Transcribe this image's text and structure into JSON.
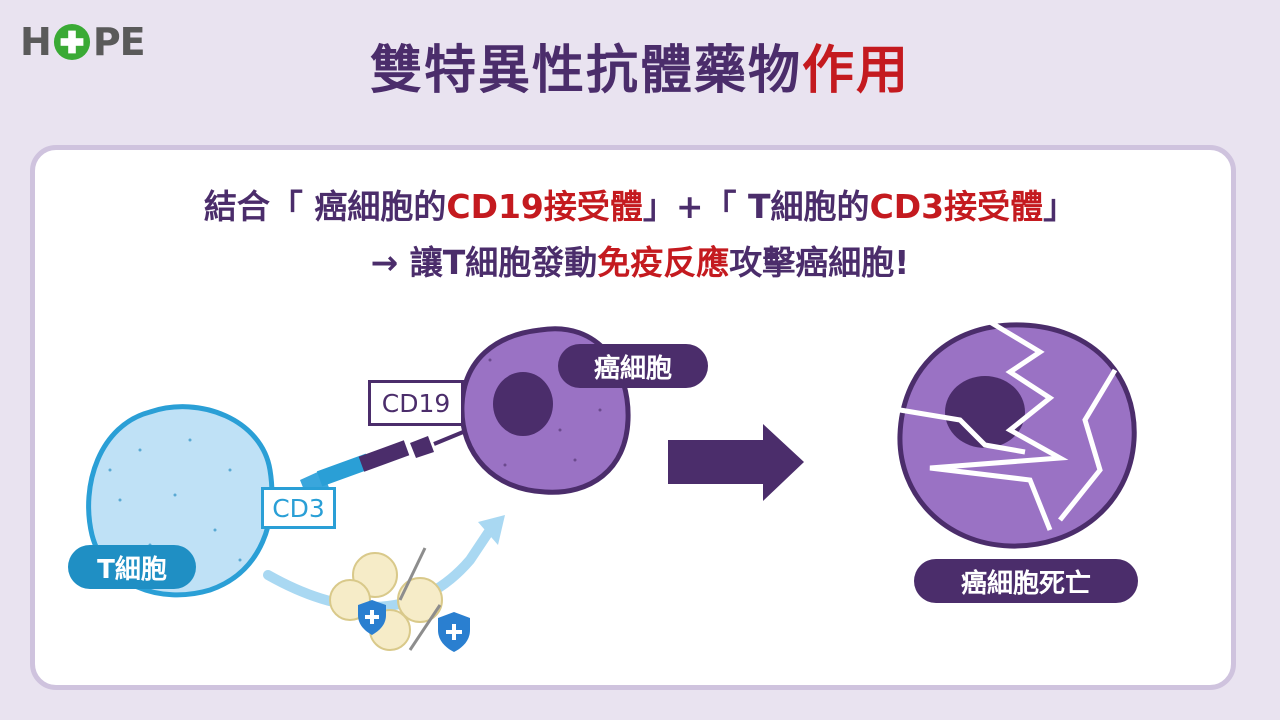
{
  "logo": {
    "left": "H",
    "right": "PE"
  },
  "title": {
    "main": "雙特異性抗體藥物",
    "accent": "作用"
  },
  "statement": {
    "line1": [
      {
        "text": "結合「 癌細胞的",
        "style": "normal"
      },
      {
        "text": "CD19接受體",
        "style": "red"
      },
      {
        "text": "」+「 T細胞的",
        "style": "normal"
      },
      {
        "text": "CD3接受體",
        "style": "red"
      },
      {
        "text": "」",
        "style": "normal"
      }
    ],
    "line2": [
      {
        "text": "→ 讓T細胞發動",
        "style": "normal"
      },
      {
        "text": "免疫反應",
        "style": "red"
      },
      {
        "text": "攻擊癌細胞!",
        "style": "normal"
      }
    ]
  },
  "labels": {
    "cancer_cell": "癌細胞",
    "t_cell": "T細胞",
    "cd19": "CD19",
    "cd3": "CD3",
    "cancer_death": "癌細胞死亡"
  },
  "colors": {
    "purple_dark": "#4b2d6b",
    "purple_cell": "#9a72c4",
    "red_accent": "#c41a1f",
    "t_cell_blue": "#bfe1f6",
    "t_cell_border": "#2a9fd6"
  }
}
